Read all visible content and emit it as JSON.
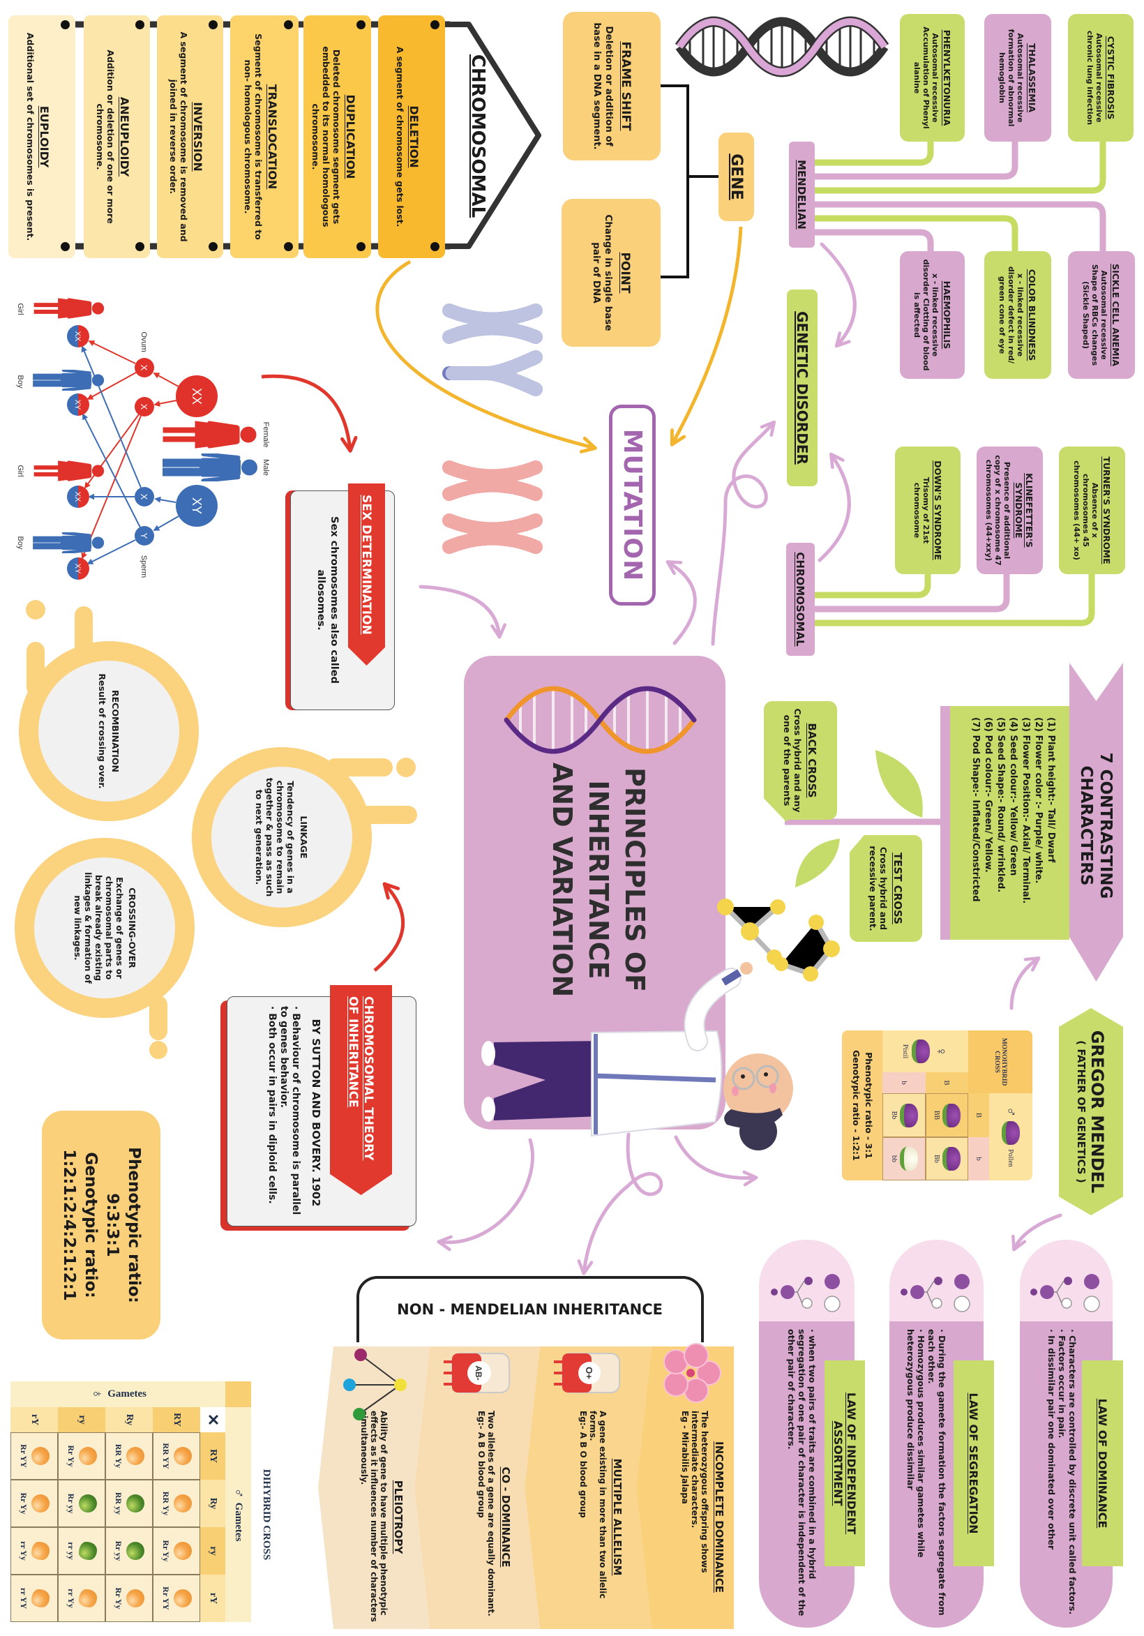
{
  "colors": {
    "orange": "#FBD07A",
    "green": "#C8DC6C",
    "pink": "#D9A8CF",
    "mutation_purple": "#A366AE",
    "red": "#E0362C",
    "blue": "#3D6DB5",
    "ring_yellow": "#FBD27D"
  },
  "title": {
    "lines": [
      "PRINCIPLES OF",
      "INHERITANCE",
      "AND VARIATION"
    ],
    "icon": "dna-helix-icon"
  },
  "mutation": {
    "label": "MUTATION",
    "chromosomal": {
      "header": "CHROMOSOMAL",
      "items": [
        {
          "title": "DELETION",
          "text": "A segment of chromosome gets lost."
        },
        {
          "title": "DUPLICATION",
          "text": "Deleted chromosome segment gets embedded to its normal homologous chromosome."
        },
        {
          "title": "TRANSLOCATION",
          "text": "Segment of chromosome is transferred to non- homologous chromosome."
        },
        {
          "title": "INVERSION",
          "text": "A segment of chromosome is removed and joined in reverse order."
        },
        {
          "title": "ANEUPLOIDY",
          "text": "Addition or deletion of one or more chromosome."
        },
        {
          "title": "EUPLOIDY",
          "text": "Additional set of chromosomes is present."
        }
      ]
    },
    "gene": {
      "header": "GENE",
      "items": [
        {
          "title": "FRAME SHIFT",
          "text": "Deletion or addition of base in a DNA segment."
        },
        {
          "title": "POINT",
          "text": "Change in single base pair of DNA"
        }
      ]
    }
  },
  "genetic_disorder": {
    "label": "GENETIC DISORDER",
    "mendelian": {
      "label": "MENDELIAN",
      "items": [
        {
          "title": "CYSTIC FIBROSIS",
          "text": "Autosomal recessive chronic lung infection"
        },
        {
          "title": "THALASSEMIA",
          "text": "Autosomal recessive formation of abnormal hemoglobin"
        },
        {
          "title": "PHENYLKETONURIA",
          "text": "Autosomal recessive Accumulation of Phenyl alanine"
        },
        {
          "title": "SICKLE CELL ANEMIA",
          "text": "Autosomal recessive Shape of RBCs changes (Sickle Shaped)"
        },
        {
          "title": "COLOR BLINDNESS",
          "text": "x - linked recessive disorder defect in red/ green cone of eye"
        },
        {
          "title": "HAEMOPHILIS",
          "text": "x - linked recessive disorder Clotting of blood is affected"
        }
      ]
    },
    "chromosomal": {
      "label": "CHROMOSOMAL",
      "items": [
        {
          "title": "TURNER'S SYNDROME",
          "text": "Absence of x chromosomes 45 chromosomes (44+ xo)"
        },
        {
          "title": "KLINEFETTER'S SYNDROME",
          "text": "Presence of additional copy of x chromosome 47 chromosomes (44+xxy)"
        },
        {
          "title": "DOWN'S SYNDROME",
          "text": "Trisomy of 21st chromosome"
        }
      ]
    }
  },
  "sex_determination": {
    "diagram": {
      "parents": [
        {
          "label": "Female",
          "genotype": "XX"
        },
        {
          "label": "Male",
          "genotype": "XY"
        }
      ],
      "ovum_label": "Ovum",
      "ova": [
        "X",
        "X"
      ],
      "sperm_label": "Sperm",
      "sperms": [
        "X",
        "Y"
      ],
      "offspring": [
        {
          "genotype": "XX",
          "label": "Girl"
        },
        {
          "genotype": "XY",
          "label": "Boy"
        },
        {
          "genotype": "XX",
          "label": "Girl"
        },
        {
          "genotype": "XY",
          "label": "Boy"
        }
      ]
    },
    "card": {
      "title": "SEX DETERMINATION",
      "text": "Sex chromosomes also called allosomes."
    }
  },
  "linkage_concepts": [
    {
      "title": "RECOMBINATION",
      "text": "Result of crossing over."
    },
    {
      "title": "LINKAGE",
      "text": "Tendency of genes in a chromosome to remain together & pass as such to next generation."
    },
    {
      "title": "CROSSING-OVER",
      "text": "Exchange of genes or chromosomal parts to break already existing linkages & formation of new linkages."
    }
  ],
  "chromosomal_theory": {
    "title_line1": "CHROMOSOMAL THEORY",
    "title_line2": "OF INHERITANCE",
    "subtitle": "BY SUTTON AND BOVERY. 1902",
    "bullets": [
      "Behaviour of chromosome is parallel to genes behavior.",
      "Both occur in pairs in diploid cells."
    ]
  },
  "dihybrid_ratios": {
    "phenotypic_label": "Phenotypic ratio:",
    "phenotypic": "9:3:3:1",
    "genotypic_label": "Genotypic ratio:",
    "genotypic": "1:2:1:2:4:2:1:2:1"
  },
  "dihybrid_cross": {
    "title": "DIHYBRID CROSS",
    "male_symbol": "♂",
    "male_label": "Gametes",
    "female_symbol": "♀",
    "female_label": "Gametes",
    "corner": "✕",
    "male_gametes": [
      "RY",
      "Ry",
      "ry",
      "rY"
    ],
    "female_gametes": [
      "RY",
      "Ry",
      "ry",
      "rY"
    ],
    "cells": [
      [
        {
          "genotype": "RR YY",
          "seed_color": "yellow",
          "seed_shape": "round"
        },
        {
          "genotype": "RR Yy",
          "seed_color": "yellow",
          "seed_shape": "round"
        },
        {
          "genotype": "Rr Yy",
          "seed_color": "yellow",
          "seed_shape": "round"
        },
        {
          "genotype": "Rr YY",
          "seed_color": "yellow",
          "seed_shape": "round"
        }
      ],
      [
        {
          "genotype": "RR Yy",
          "seed_color": "yellow",
          "seed_shape": "round"
        },
        {
          "genotype": "RR yy",
          "seed_color": "green",
          "seed_shape": "round"
        },
        {
          "genotype": "Rr yy",
          "seed_color": "green",
          "seed_shape": "round"
        },
        {
          "genotype": "Rr Yy",
          "seed_color": "yellow",
          "seed_shape": "round"
        }
      ],
      [
        {
          "genotype": "Rr Yy",
          "seed_color": "yellow",
          "seed_shape": "round"
        },
        {
          "genotype": "Rr yy",
          "seed_color": "green",
          "seed_shape": "round"
        },
        {
          "genotype": "rr yy",
          "seed_color": "green",
          "seed_shape": "wrinkled"
        },
        {
          "genotype": "rr Yy",
          "seed_color": "yellow",
          "seed_shape": "wrinkled"
        }
      ],
      [
        {
          "genotype": "Rr YY",
          "seed_color": "yellow",
          "seed_shape": "round"
        },
        {
          "genotype": "Rr Yy",
          "seed_color": "yellow",
          "seed_shape": "round"
        },
        {
          "genotype": "rr Yy",
          "seed_color": "yellow",
          "seed_shape": "wrinkled"
        },
        {
          "genotype": "rr YY",
          "seed_color": "yellow",
          "seed_shape": "wrinkled"
        }
      ]
    ]
  },
  "seven_characters": {
    "title_line1": "7 CONTRASTING",
    "title_line2": "CHARACTERS",
    "items": [
      "(1) Plant height:- Tall/ Dwarf",
      "(2) Flower color :- Purple/ white.",
      "(3) Flower Position:- Axial/ Terminal.",
      "(4) Seed colour:- Yellow/ Green",
      "(5) Seed Shape:- Round/ wrinkled.",
      "(6) Pod colour:- Green/ Yellow.",
      "(7) Pod Shape:- Inflated/Constricted"
    ]
  },
  "crosses": {
    "back": {
      "title": "BACK CROSS",
      "text": "Cross hybrid and any one of the parents"
    },
    "test": {
      "title": "TEST CROSS",
      "text": "Cross hybrid and recessive parent."
    }
  },
  "mendel": {
    "name": "GREGOR MENDEL",
    "subtitle": "( FATHER OF GENETICS )"
  },
  "monohybrid": {
    "title": "MONOHYBRID CROSS",
    "male_symbol": "♂",
    "male_label": "Pollen",
    "female_symbol": "♀",
    "female_label": "Pistil",
    "male_gametes": [
      "B",
      "b"
    ],
    "female_gametes": [
      "B",
      "b"
    ],
    "cells": [
      [
        {
          "genotype": "BB",
          "flower_color": "purple"
        },
        {
          "genotype": "Bb",
          "flower_color": "purple"
        }
      ],
      [
        {
          "genotype": "Bb",
          "flower_color": "purple"
        },
        {
          "genotype": "bb",
          "flower_color": "white"
        }
      ]
    ],
    "phenotypic_ratio": "Phenotypic ratio - 3:1",
    "genotypic_ratio": "Genotypic ratio - 1:2:1"
  },
  "laws": [
    {
      "title": "LAW OF DOMINANCE",
      "bullets": [
        "Characters are controlled by discrete unit called factors.",
        "Factors occur in pair.",
        "In dissimilar pair one dominated over other"
      ]
    },
    {
      "title": "LAW OF SEGREGATION",
      "bullets": [
        "During the gamete formation the factors segregate from each other.",
        "Homozygous produces similar gametes while heterozygous produce dissimilar"
      ]
    },
    {
      "title": "LAW OF INDEPENDENT ASSORTMENT",
      "bullets": [
        "when two pairs of traits are combined in a hybrid segregation of one pair of character is independent of the other pair of characters."
      ]
    }
  ],
  "non_mendelian": {
    "header": "NON - MENDELIAN INHERITANCE",
    "items": [
      {
        "title": "INCOMPLETE DOMINANCE",
        "text": "The heterozygous offspring shows intermediate characters.",
        "example": "Eg - Mirabilis Jalapa",
        "icon": "hibiscus-flower-icon"
      },
      {
        "title": "MULTIPLE ALLELISM",
        "text": "A gene existing in more than two allelic forms.",
        "example": "Eg:- A B O blood group",
        "icon": "blood-bag-icon",
        "icon_label": "O+"
      },
      {
        "title": "CO - DOMINANCE",
        "text": "Two alleles of a gene are equally dominant.",
        "example": "Eg:- A B O blood group",
        "icon": "blood-bag-icon",
        "icon_label": "AB-"
      },
      {
        "title": "PLEIOTROPY",
        "text": "Ability of gene to have multiple phenotypic effects as it influences number of characters simultaneously.",
        "icon": "gene-network-icon"
      }
    ]
  }
}
